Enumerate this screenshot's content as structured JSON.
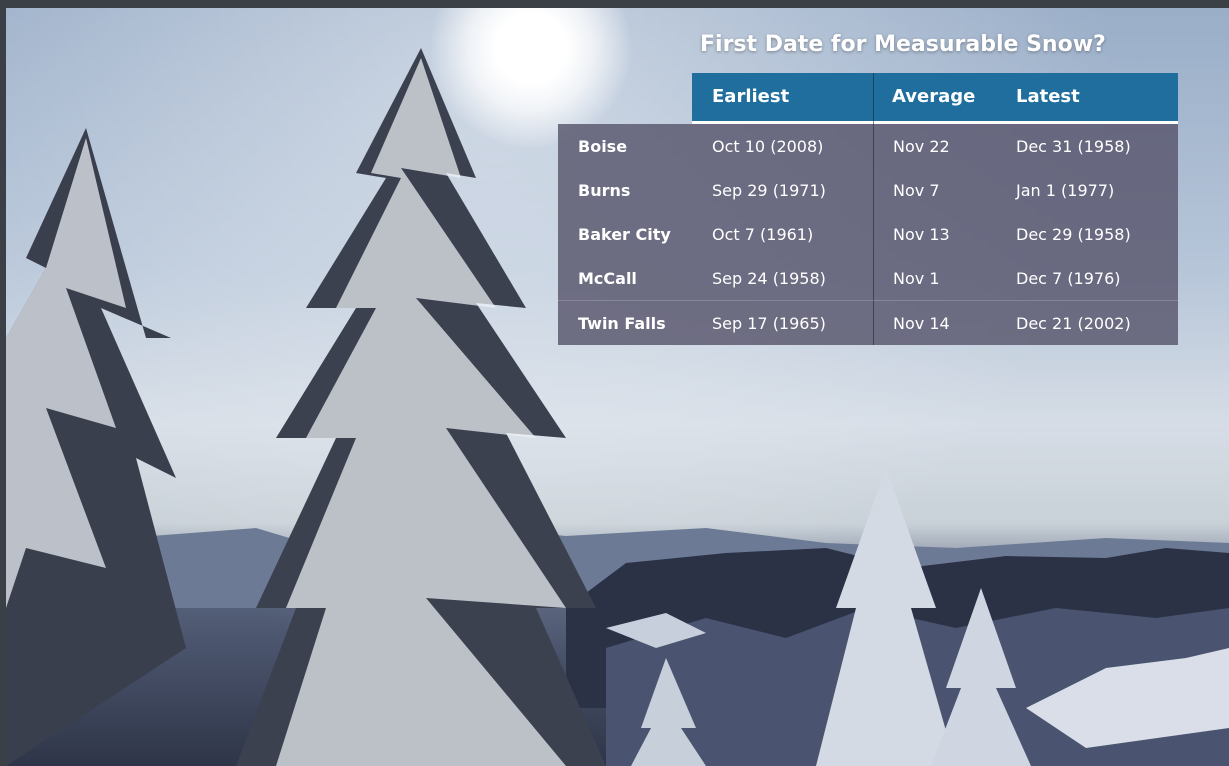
{
  "title": "First Date for Measurable Snow?",
  "columns": [
    "Earliest",
    "Average",
    "Latest"
  ],
  "rows": [
    {
      "name": "Boise",
      "earliest": "Oct 10 (2008)",
      "average": "Nov 22",
      "latest": "Dec 31 (1958)"
    },
    {
      "name": "Burns",
      "earliest": "Sep 29 (1971)",
      "average": "Nov 7",
      "latest": "Jan 1 (1977)"
    },
    {
      "name": "Baker City",
      "earliest": "Oct 7 (1961)",
      "average": "Nov 13",
      "latest": "Dec 29 (1958)"
    },
    {
      "name": "McCall",
      "earliest": "Sep 24 (1958)",
      "average": "Nov 1",
      "latest": "Dec 7 (1976)"
    },
    {
      "name": "Twin Falls",
      "earliest": "Sep 17 (1965)",
      "average": "Nov 14",
      "latest": "Dec 21 (2002)"
    }
  ],
  "colors": {
    "header": "#1f6e9e",
    "body": "#58566c",
    "text": "#ffffff"
  }
}
